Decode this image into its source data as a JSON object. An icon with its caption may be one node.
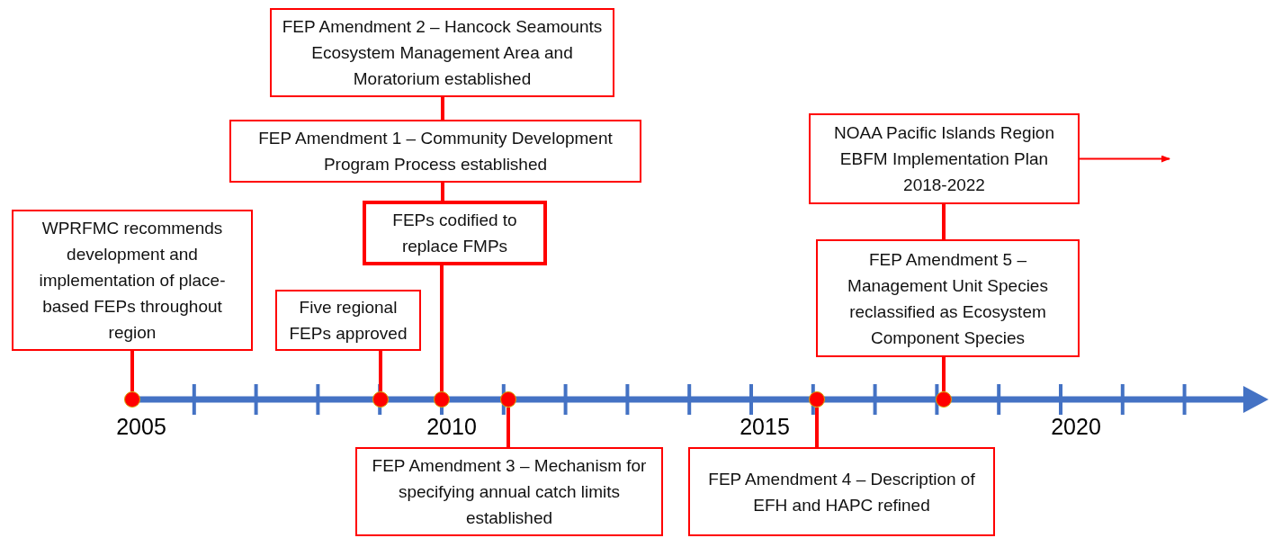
{
  "diagram": {
    "nodes": [
      {
        "text": [
          "WPRFMC recommends development and implementation of place-based FEPs throughout region"
        ]
      },
      {
        "text": [
          "Five regional FEPs approved"
        ]
      },
      {
        "text": [
          "FEP Amendment 2 – Hancock Seamounts Ecosystem Management Area and Moratorium established"
        ]
      },
      {
        "text": [
          "FEP Amendment 1 – Community Development Program Process established"
        ]
      },
      {
        "text": [
          "FEPs codified to replace FMPs"
        ]
      },
      {
        "text": [
          "NOAA Pacific Islands Region EBFM Implementation Plan 2018-2022"
        ]
      },
      {
        "text": [
          "FEP Amendment 5 – Management Unit Species reclassified as Ecosystem Component Species"
        ]
      },
      {
        "text": [
          "FEP Amendment 3 – Mechanism for specifying annual catch limits established"
        ]
      },
      {
        "text": [
          "FEP Amendment 4 – Description of EFH and HAPC refined"
        ]
      },
      {
        "text": [],
        "shape": "circle"
      },
      {
        "text": [],
        "shape": "circle"
      },
      {
        "text": [],
        "shape": "circle"
      },
      {
        "text": [],
        "shape": "circle"
      },
      {
        "text": [],
        "shape": "circle"
      },
      {
        "text": [],
        "shape": "circle"
      }
    ],
    "edges": [
      {
        "from": 0,
        "to": 9,
        "arrow": "none"
      },
      {
        "from": 1,
        "to": 10,
        "arrow": "none"
      },
      {
        "from": 2,
        "to": 3,
        "arrow": "none"
      },
      {
        "from": 3,
        "to": 4,
        "arrow": "none"
      },
      {
        "from": 4,
        "to": 11,
        "arrow": "none"
      },
      {
        "from": 12,
        "to": 7,
        "arrow": "none"
      },
      {
        "from": 5,
        "to": 6,
        "arrow": "none"
      },
      {
        "from": 6,
        "to": 14,
        "arrow": "none"
      },
      {
        "from": 13,
        "to": 8,
        "arrow": "none"
      },
      {
        "from": 5,
        "to": null,
        "arrow": "to"
      }
    ],
    "labels": [
      "2005",
      "2010",
      "2015",
      "2020"
    ]
  }
}
